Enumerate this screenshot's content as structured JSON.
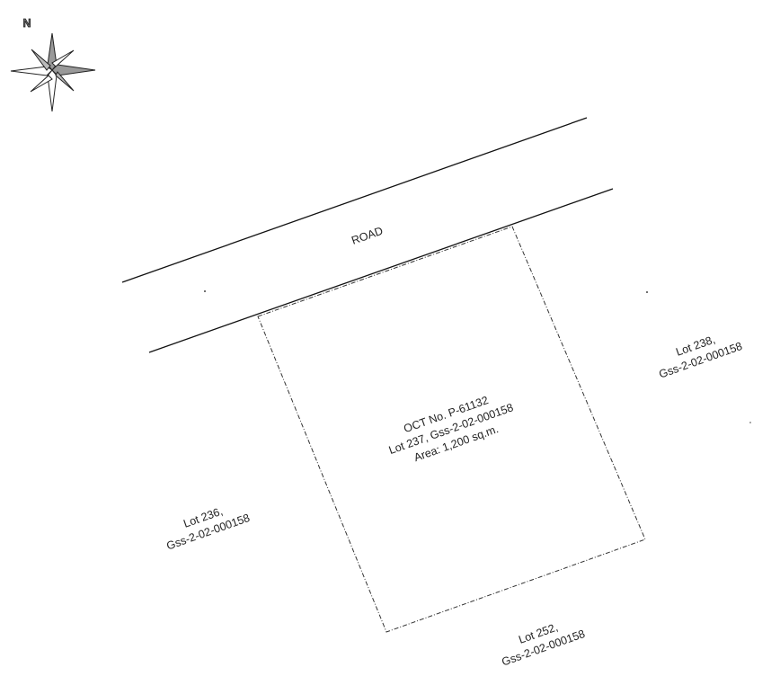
{
  "compass": {
    "label": "N"
  },
  "road": {
    "label": "ROAD"
  },
  "subject_lot": {
    "title": "OCT No. P-61132",
    "lot": "Lot 237, Gss-2-02-000158",
    "area": "Area: 1,200 sq.m."
  },
  "adjoining": {
    "east": {
      "line1": "Lot 238,",
      "line2": "Gss-2-02-000158"
    },
    "west": {
      "line1": "Lot 236,",
      "line2": "Gss-2-02-000158"
    },
    "south": {
      "line1": "Lot 252,",
      "line2": "Gss-2-02-000158"
    }
  }
}
